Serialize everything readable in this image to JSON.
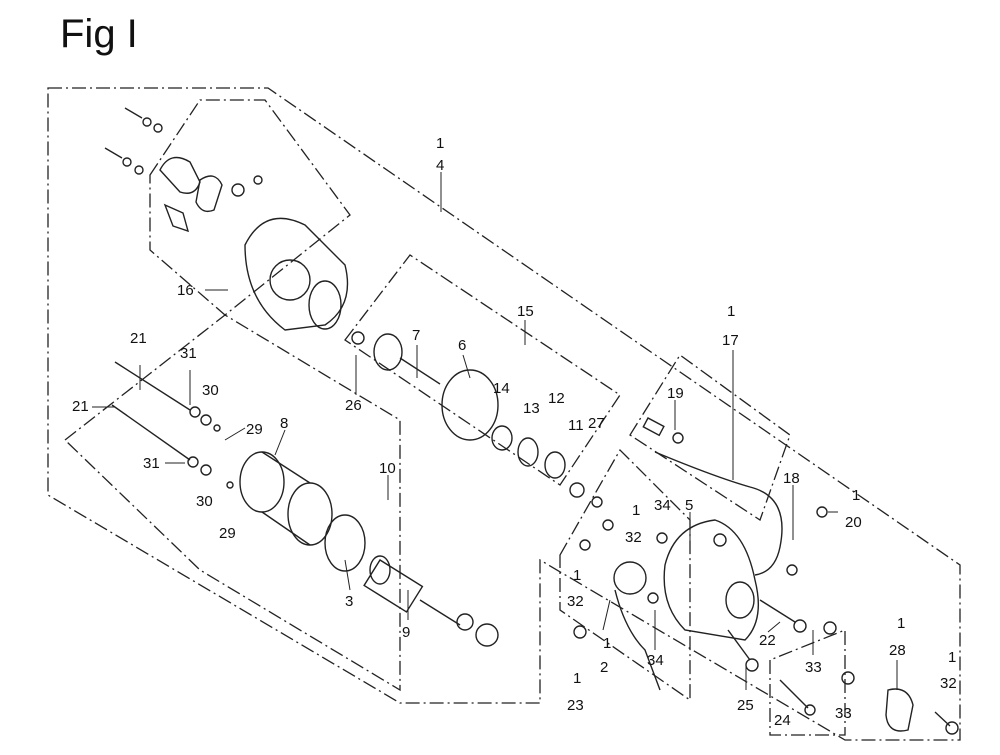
{
  "figure": {
    "title": "Fig I"
  },
  "callouts": {
    "c1": "1",
    "c4": "4",
    "c16": "16",
    "c15": "15",
    "c21a": "21",
    "c21b": "21",
    "c31a": "31",
    "c31b": "31",
    "c30a": "30",
    "c30b": "30",
    "c29a": "29",
    "c29b": "29",
    "c8": "8",
    "c10": "10",
    "c26": "26",
    "c7": "7",
    "c6": "6",
    "c14": "14",
    "c13": "13",
    "c12": "12",
    "c11": "11",
    "c27": "27",
    "c3": "3",
    "c9": "9",
    "c1_17": "1",
    "c17": "17",
    "c19": "19",
    "c18": "18",
    "c1_20": "1",
    "c20": "20",
    "c1_32a": "1",
    "c32a": "32",
    "c34a": "34",
    "c5": "5",
    "c1_32b": "1",
    "c32b": "32",
    "c1_23": "1",
    "c23": "23",
    "c1_2": "1",
    "c2": "2",
    "c34b": "34",
    "c22": "22",
    "c25": "25",
    "c33a": "33",
    "c33b": "33",
    "c24": "24",
    "c1_28": "1",
    "c28": "28",
    "c1_32c": "1",
    "c32c": "32"
  }
}
